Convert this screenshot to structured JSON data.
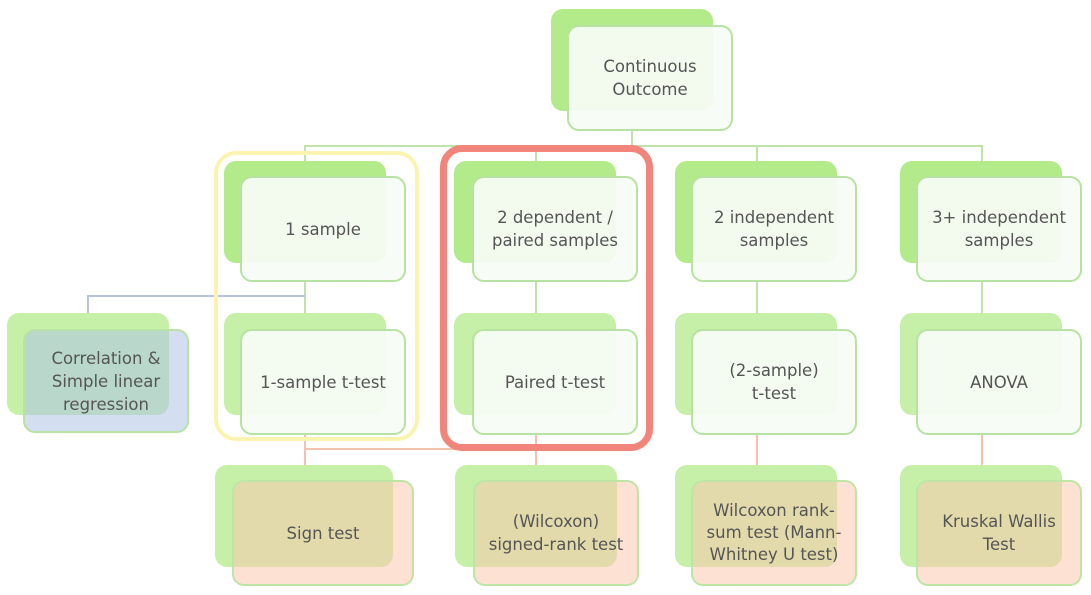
{
  "diagram": {
    "root": {
      "label": "Continuous\nOutcome"
    },
    "categories": [
      {
        "label": "1 sample",
        "test": "1-sample t-test",
        "nonparametric": "Sign test"
      },
      {
        "label": "2 dependent /\npaired samples",
        "test": "Paired t-test",
        "nonparametric": "(Wilcoxon)\nsigned-rank test"
      },
      {
        "label": "2 independent\nsamples",
        "test": "(2-sample)\nt-test",
        "nonparametric": "Wilcoxon rank-\nsum test (Mann-\nWhitney U test)"
      },
      {
        "label": "3+ independent\nsamples",
        "test": "ANOVA",
        "nonparametric": "Kruskal Wallis\nTest"
      }
    ],
    "side_node": {
      "label": "Correlation &\nSimple linear\nregression"
    },
    "highlights": [
      {
        "target": "1 sample column",
        "color": "#fbf4b0"
      },
      {
        "target": "2 dependent / paired samples column",
        "color": "#f2857b"
      }
    ],
    "colors": {
      "node_back": "#b3ea8a",
      "node_border": "#b6e3a1",
      "connector_green": "#bfe3a8",
      "connector_peach": "#f5c2b0",
      "connector_blue": "#b8c3dc",
      "text": "#555555"
    }
  }
}
